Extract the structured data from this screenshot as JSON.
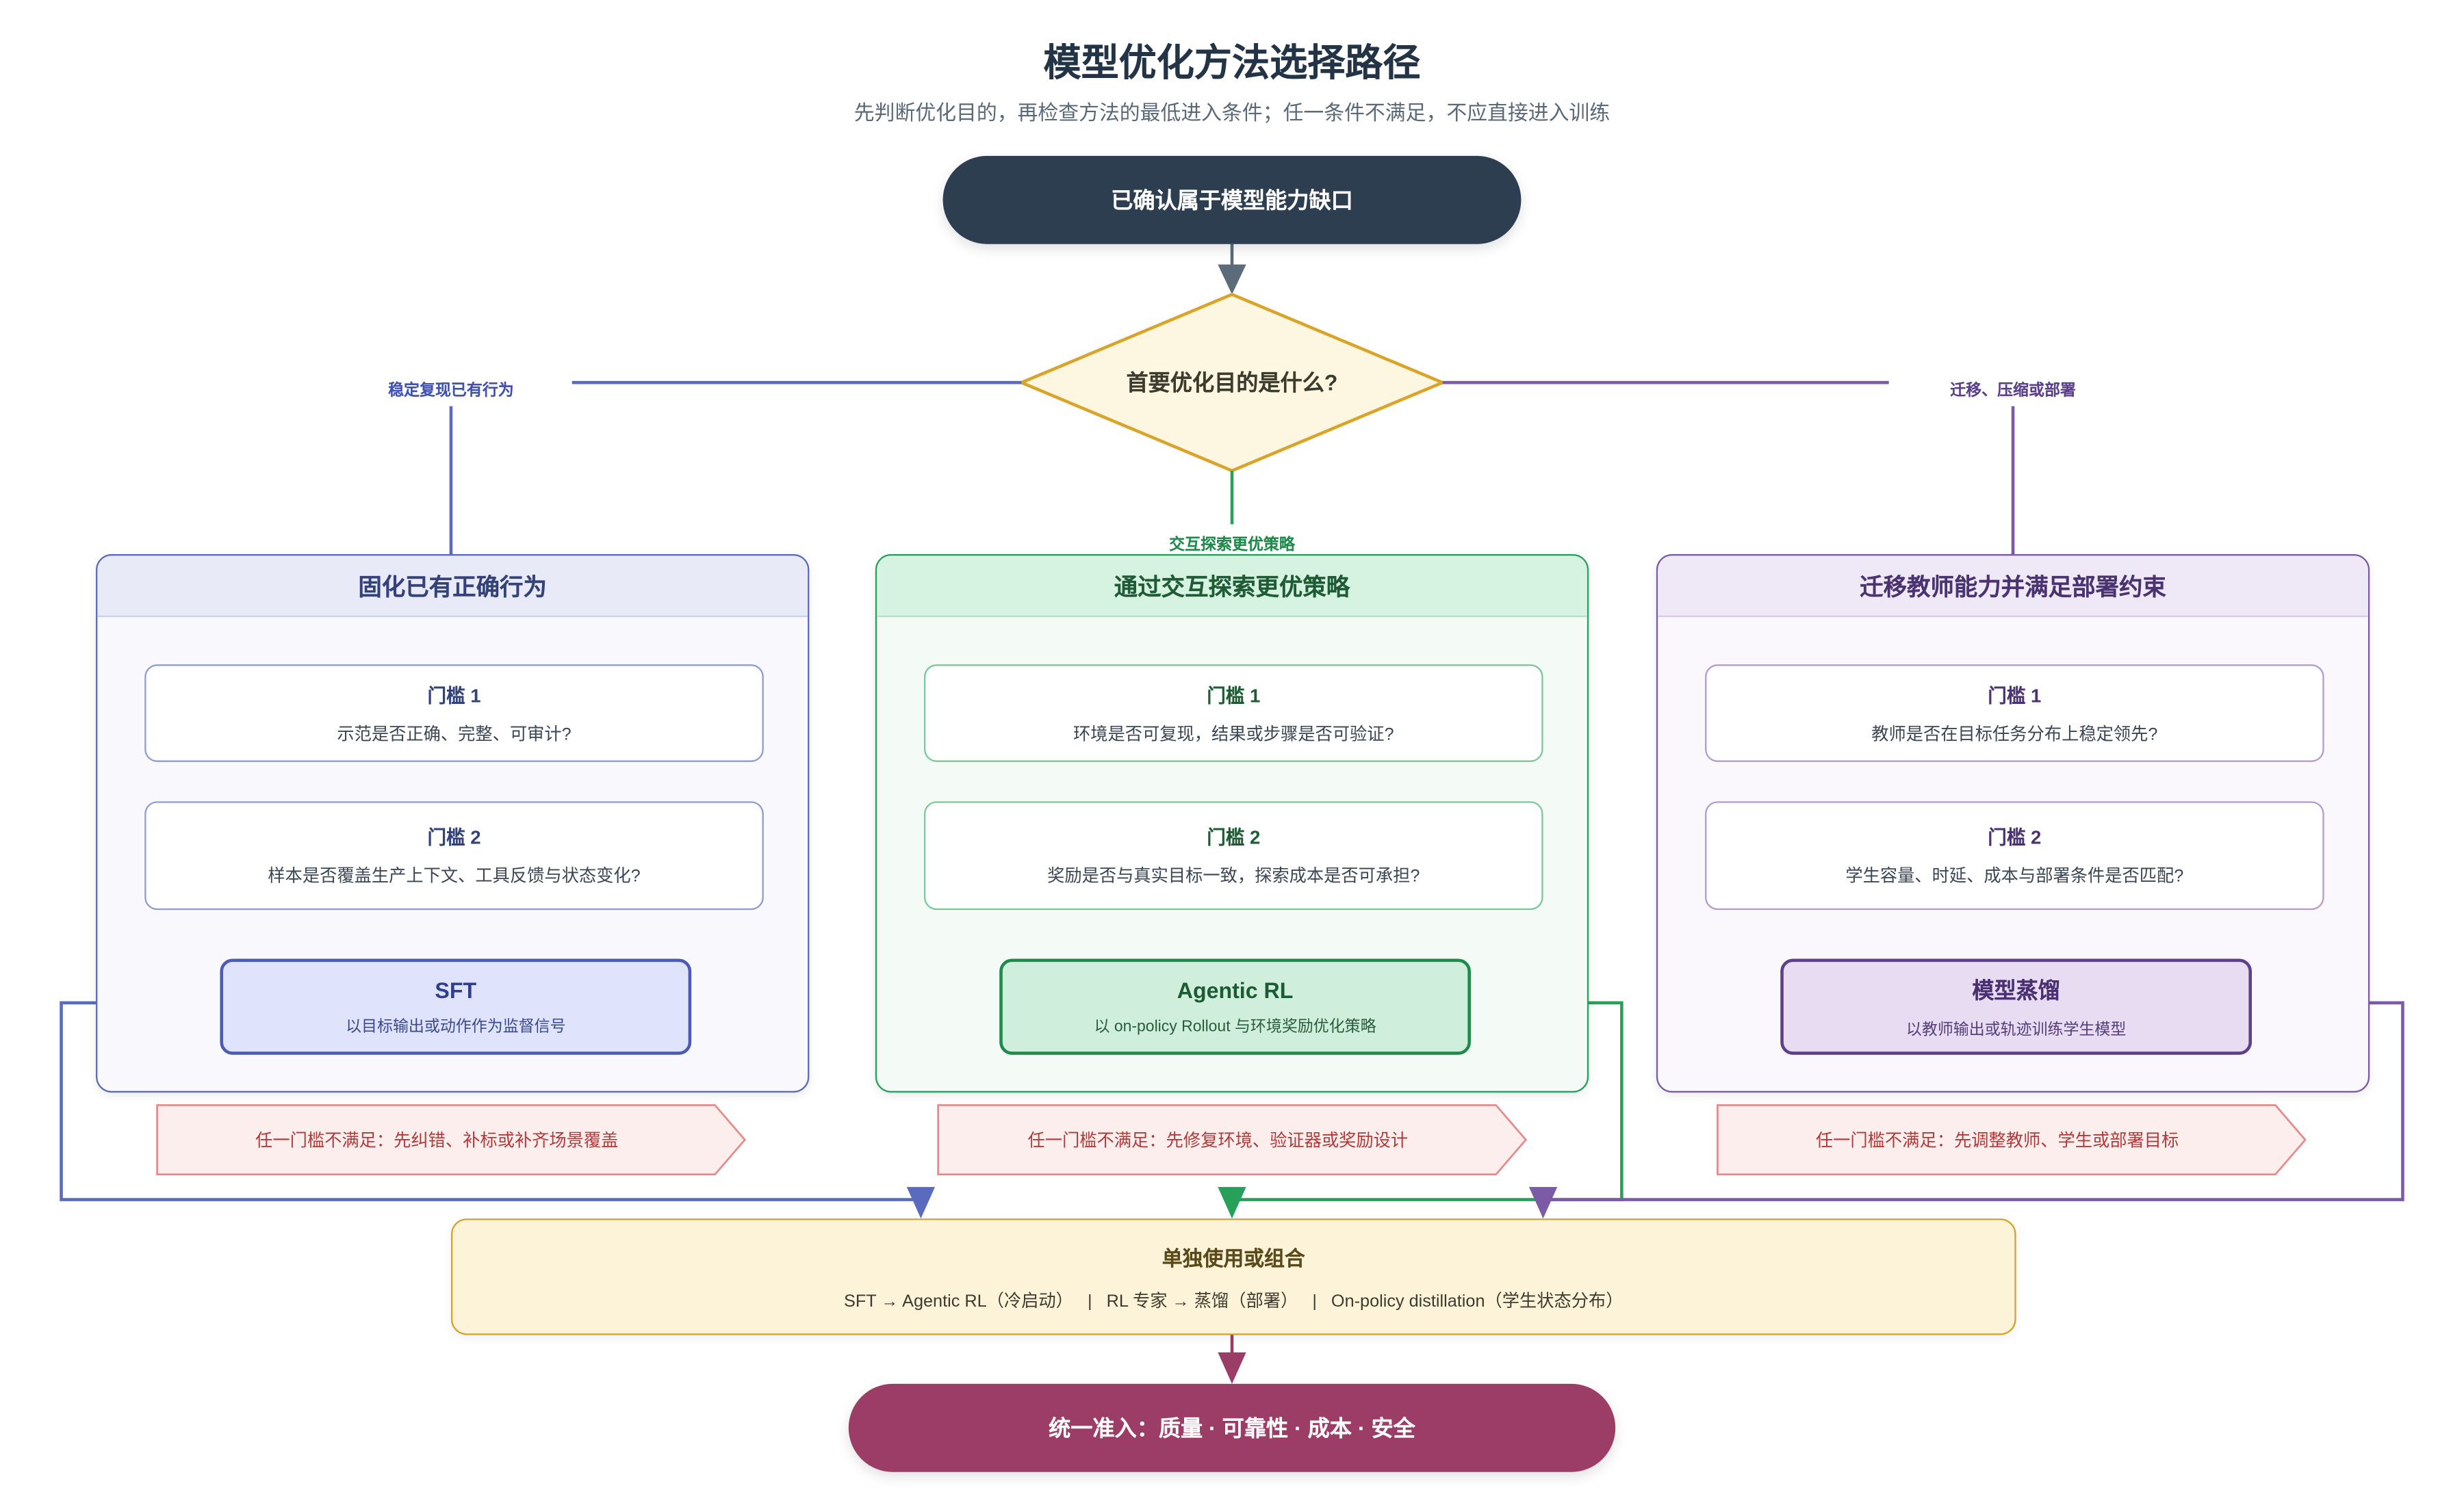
{
  "title": "模型优化方法选择路径",
  "subtitle": "先判断优化目的，再检查方法的最低进入条件；任一条件不满足，不应直接进入训练",
  "start": "已确认属于模型能力缺口",
  "decision": "首要优化目的是什么?",
  "branches": {
    "left": "稳定复现已有行为",
    "middle": "交互探索更优策略",
    "right": "迁移、压缩或部署"
  },
  "panels": [
    {
      "header": "固化已有正确行为",
      "gate1_title": "门槛 1",
      "gate1_desc": "示范是否正确、完整、可审计?",
      "gate2_title": "门槛 2",
      "gate2_desc": "样本是否覆盖生产上下文、工具反馈与状态变化?",
      "method_name": "SFT",
      "method_desc": "以目标输出或动作作为监督信号",
      "fail": "任一门槛不满足：先纠错、补标或补齐场景覆盖",
      "color": "#5a6bbf"
    },
    {
      "header": "通过交互探索更优策略",
      "gate1_title": "门槛 1",
      "gate1_desc": "环境是否可复现，结果或步骤是否可验证?",
      "gate2_title": "门槛 2",
      "gate2_desc": "奖励是否与真实目标一致，探索成本是否可承担?",
      "method_name": "Agentic RL",
      "method_desc": "以 on-policy Rollout 与环境奖励优化策略",
      "fail": "任一门槛不满足：先修复环境、验证器或奖励设计",
      "color": "#27a05a"
    },
    {
      "header": "迁移教师能力并满足部署约束",
      "gate1_title": "门槛 1",
      "gate1_desc": "教师是否在目标任务分布上稳定领先?",
      "gate2_title": "门槛 2",
      "gate2_desc": "学生容量、时延、成本与部署条件是否匹配?",
      "method_name": "模型蒸馏",
      "method_desc": "以教师输出或轨迹训练学生模型",
      "fail": "任一门槛不满足：先调整教师、学生或部署目标",
      "color": "#7b5aa6"
    }
  ],
  "combine": {
    "title": "单独使用或组合",
    "line": "SFT → Agentic RL（冷启动）   |   RL 专家 → 蒸馏（部署）   |   On-policy distillation（学生状态分布）"
  },
  "end": "统一准入：质量 · 可靠性 · 成本 · 安全"
}
